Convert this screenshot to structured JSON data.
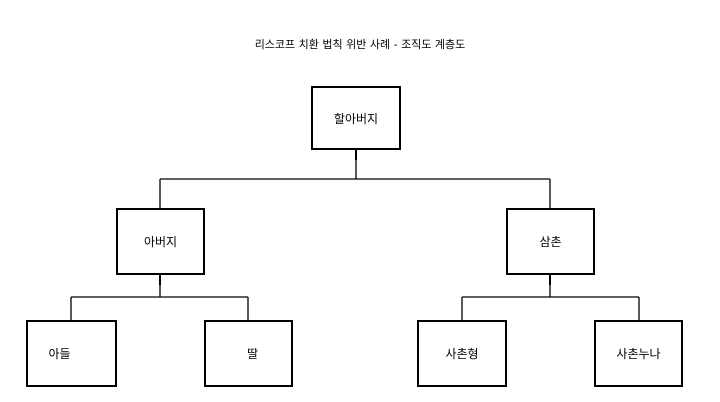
{
  "title": "리스코프 치환 법칙 위반 사례 - 조직도 계층도",
  "nodes": {
    "root": "할아버지",
    "father": "아버지",
    "uncle": "삼촌",
    "son": "아들",
    "daughter": "딸",
    "cousin_brother": "사촌형",
    "cousin_sister": "사촌누나"
  },
  "colors": {
    "line": "#000000",
    "box_border": "#000000",
    "background": "#ffffff"
  }
}
